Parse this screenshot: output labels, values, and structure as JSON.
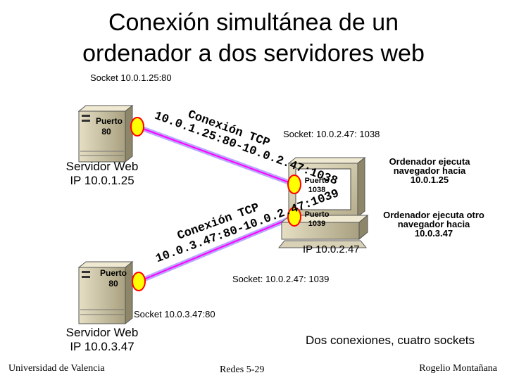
{
  "title": {
    "line1": "Conexión simultánea de un",
    "line2": "ordenador a dos servidores web"
  },
  "servers": [
    {
      "socket_label": "Socket  10.0.1.25:80",
      "port_label_line1": "Puerto",
      "port_label_line2": "80",
      "name_line1": "Servidor Web",
      "name_line2": "IP 10.0.1.25"
    },
    {
      "socket_label": "Socket  10.0.3.47:80",
      "port_label_line1": "Puerto",
      "port_label_line2": "80",
      "name_line1": "Servidor Web",
      "name_line2": "IP 10.0.3.47"
    }
  ],
  "client": {
    "ip_label": "IP 10.0.2.47",
    "ports": [
      {
        "line1": "Puerto",
        "line2": "1038",
        "socket_label": "Socket:  10.0.2.47: 1038",
        "note_line1": "Ordenador ejecuta",
        "note_line2": "navegador hacia",
        "note_line3": "10.0.1.25"
      },
      {
        "line1": "Puerto",
        "line2": "1039",
        "socket_label": "Socket:  10.0.2.47: 1039",
        "note_line1": "Ordenador ejecuta otro",
        "note_line2": "navegador hacia",
        "note_line3": "10.0.3.47"
      }
    ]
  },
  "connections": [
    {
      "line1": "Conexión TCP",
      "line2": "10.0.1.25:80-10.0.2.47:1038"
    },
    {
      "line1": "Conexión TCP",
      "line2": "10.0.3.47:80-10.0.2.47:1039"
    }
  ],
  "summary": "Dos conexiones, cuatro sockets",
  "footer": {
    "left": "Universidad de Valencia",
    "center": "Redes 5-29",
    "right": "Rogelio Montañana"
  },
  "colors": {
    "server_body": "#c8c0a0",
    "port_fill": "#ffff00",
    "port_stroke": "#ff0000",
    "link_core": "#ff00ff",
    "link_glow": "#b9a8ff",
    "monitor_screen": "#ffffff"
  }
}
